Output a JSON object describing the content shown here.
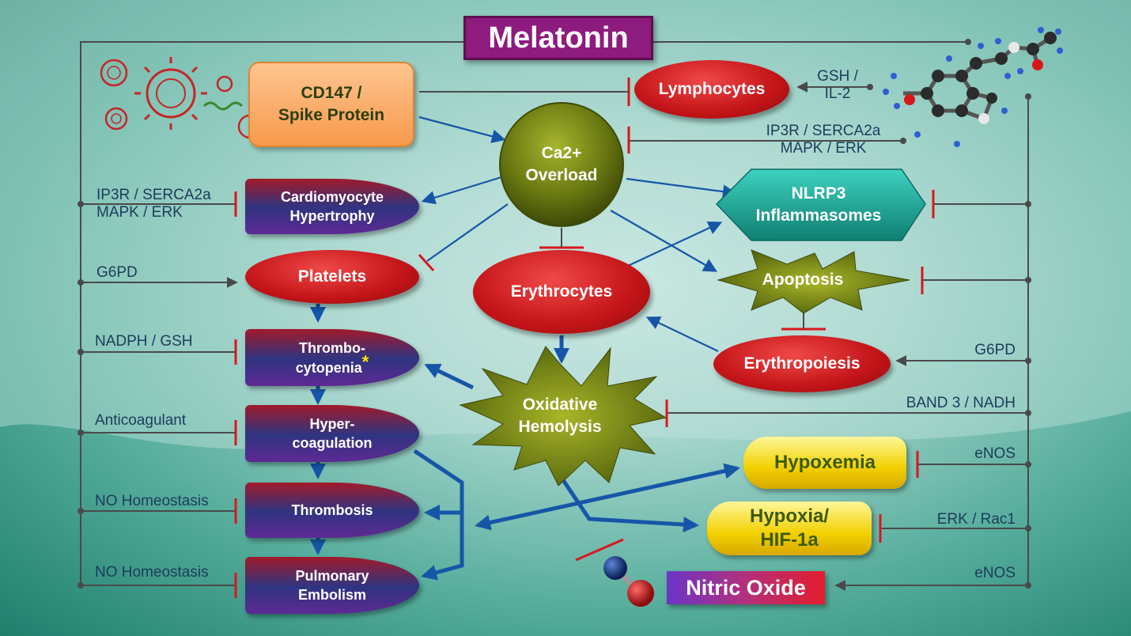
{
  "title": "Melatonin",
  "nodes": {
    "cd147_line1": "CD147 /",
    "cd147_line2": "Spike Protein",
    "lymphocytes": "Lymphocytes",
    "ca_line1": "Ca2+",
    "ca_line2": "Overload",
    "cardio_line1": "Cardiomyocyte",
    "cardio_line2": "Hypertrophy",
    "nlrp3_line1": "NLRP3",
    "nlrp3_line2": "Inflammasomes",
    "platelets": "Platelets",
    "erythrocytes": "Erythrocytes",
    "apoptosis": "Apoptosis",
    "thrombo_line1": "Thrombo-",
    "thrombo_line2": "cytopenia",
    "thrombo_star": "*",
    "erythropoiesis": "Erythropoiesis",
    "oxidative_line1": "Oxidative",
    "oxidative_line2": "Hemolysis",
    "hyper_line1": "Hyper-",
    "hyper_line2": "coagulation",
    "hypoxemia": "Hypoxemia",
    "thrombosis": "Thrombosis",
    "hypoxia_line1": "Hypoxia/",
    "hypoxia_line2": "HIF-1a",
    "pe_line1": "Pulmonary",
    "pe_line2": "Embolism",
    "nitric_oxide": "Nitric Oxide"
  },
  "left_labels": {
    "ip3r_line1": "IP3R / SERCA2a",
    "ip3r_line2": "MAPK / ERK",
    "g6pd": "G6PD",
    "nadph": "NADPH / GSH",
    "anticoagulant": "Anticoagulant",
    "no_homeo_1": "NO Homeostasis",
    "no_homeo_2": "NO Homeostasis"
  },
  "right_labels": {
    "gsh_line1": "GSH /",
    "gsh_line2": "IL-2",
    "ip3r_line1": "IP3R / SERCA2a",
    "ip3r_line2": "MAPK / ERK",
    "g6pd": "G6PD",
    "band3": "BAND 3 / NADH",
    "enos_1": "eNOS",
    "erk_rac1": "ERK / Rac1",
    "enos_2": "eNOS"
  },
  "colors": {
    "title_bg": "#8e1b7e",
    "red_node": "#c31418",
    "olive_node": "#6b7a12",
    "teal_node": "#1aa394",
    "yellow_node": "#f2d000",
    "arrow_blue": "#1656a8",
    "inhibit_red": "#d8171d",
    "line_gray": "#4a4a4a",
    "label_text": "#1d3b5c"
  }
}
